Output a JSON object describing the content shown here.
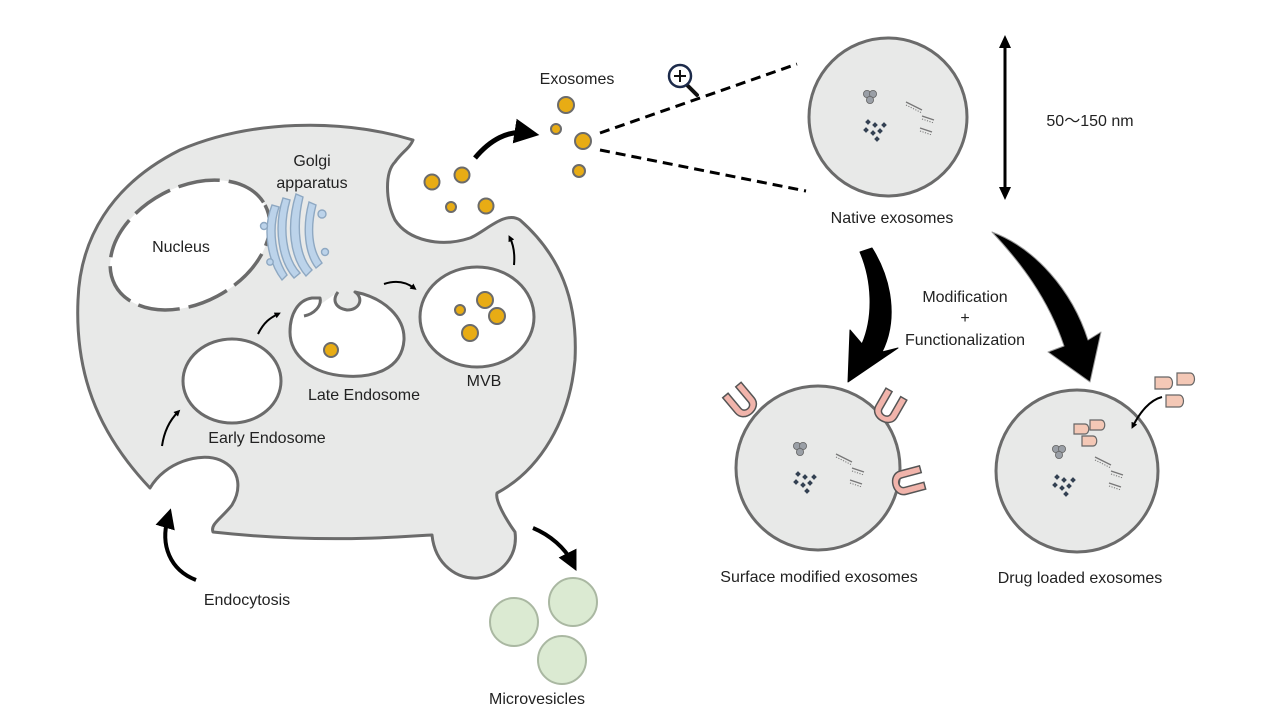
{
  "labels": {
    "exosomes": "Exosomes",
    "golgi_line1": "Golgi",
    "golgi_line2": "apparatus",
    "nucleus": "Nucleus",
    "late_endosome": "Late Endosome",
    "mvb": "MVB",
    "early_endosome": "Early Endosome",
    "endocytosis": "Endocytosis",
    "microvesicles": "Microvesicles",
    "size": "50～150 nm",
    "native_exosomes": "Native exosomes",
    "modification": "Modification",
    "plus": "+",
    "functionalization": "Functionalization",
    "surface_modified": "Surface modified exosomes",
    "drug_loaded": "Drug loaded exosomes"
  },
  "colors": {
    "cell_fill": "#e8e9e8",
    "outline": "#6b6b6b",
    "vesicle_gold": "#e8ac14",
    "golgi_blue": "#bcd3ea",
    "microvesicle_green": "#dbead2",
    "ligand_pink": "#f1b4ab",
    "drug_peach": "#f4c8b6",
    "cargo_dark": "#334052",
    "cargo_grey": "#9a9fa6"
  },
  "icons": [
    "zoom-in-icon",
    "double-headed-arrow-icon"
  ]
}
